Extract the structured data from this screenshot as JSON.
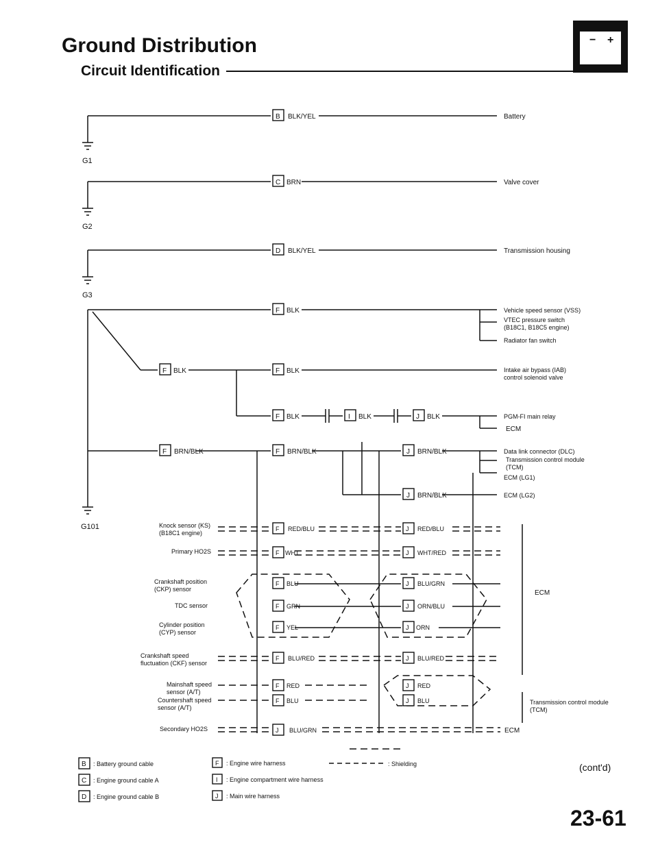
{
  "title": "Ground Distribution",
  "subtitle": "Circuit Identification",
  "cont": "(cont'd)",
  "page_number": "23-61",
  "grounds": {
    "g1": {
      "label": "G1",
      "code": "B",
      "wire": "BLK/YEL",
      "dest": "Battery"
    },
    "g2": {
      "label": "G2",
      "code": "C",
      "wire": "BRN",
      "dest": "Valve cover"
    },
    "g3": {
      "label": "G3",
      "code": "D",
      "wire": "BLK/YEL",
      "dest": "Transmission housing"
    },
    "g101": {
      "label": "G101"
    }
  },
  "g101_wires": {
    "w1": {
      "code": "F",
      "wire": "BLK"
    },
    "w2a": {
      "code": "F",
      "wire": "BLK"
    },
    "w2b": {
      "code": "F",
      "wire": "BLK"
    },
    "w3a": {
      "code": "F",
      "wire": "BLK"
    },
    "w3b": {
      "code": "I",
      "wire": "BLK"
    },
    "w3c": {
      "code": "J",
      "wire": "BLK"
    },
    "w4a": {
      "code": "F",
      "wire": "BRN/BLK"
    },
    "w4b": {
      "code": "F",
      "wire": "BRN/BLK"
    },
    "w4c": {
      "code": "J",
      "wire": "BRN/BLK"
    },
    "w5": {
      "code": "J",
      "wire": "BRN/BLK"
    }
  },
  "dest": {
    "vss": "Vehicle speed sensor (VSS)",
    "vtec1": "VTEC pressure switch",
    "vtec2": "(B18C1, B18C5 engine)",
    "radfan": "Radiator fan switch",
    "iab1": "Intake air bypass (IAB)",
    "iab2": "control solenoid valve",
    "pgm": "PGM-FI main relay",
    "ecm": "ECM",
    "dlc": "Data link connector (DLC)",
    "tcm1": "Transmission control module",
    "tcm2": "(TCM)",
    "ecmlg1": "ECM (LG1)",
    "ecmlg2": "ECM (LG2)"
  },
  "sensors": {
    "ks1": "Knock sensor (KS)",
    "ks2": "(B18C1 engine)",
    "ho2s": "Primary HO2S",
    "ckp1": "Crankshaft position",
    "ckp2": "(CKP) sensor",
    "tdc": "TDC sensor",
    "cyp1": "Cylinder position",
    "cyp2": "(CYP) sensor",
    "ckf1": "Crankshaft speed",
    "ckf2": "fluctuation (CKF) sensor",
    "ms1": "Mainshaft speed",
    "ms2": "sensor (A/T)",
    "cs1": "Countershaft speed",
    "cs2": "sensor (A/T)",
    "sho2s": "Secondary HO2S"
  },
  "shield_wires": {
    "ks_l": {
      "code": "F",
      "wire": "RED/BLU"
    },
    "ks_r": {
      "code": "J",
      "wire": "RED/BLU"
    },
    "ho_l": {
      "code": "F",
      "wire": "WHT"
    },
    "ho_r": {
      "code": "J",
      "wire": "WHT/RED"
    },
    "ckp_l": {
      "code": "F",
      "wire": "BLU"
    },
    "ckp_r": {
      "code": "J",
      "wire": "BLU/GRN"
    },
    "tdc_l": {
      "code": "F",
      "wire": "GRN"
    },
    "tdc_r": {
      "code": "J",
      "wire": "ORN/BLU"
    },
    "cyp_l": {
      "code": "F",
      "wire": "YEL"
    },
    "cyp_r": {
      "code": "J",
      "wire": "ORN"
    },
    "ckf_l": {
      "code": "F",
      "wire": "BLU/RED"
    },
    "ckf_r": {
      "code": "J",
      "wire": "BLU/RED"
    },
    "ms_l": {
      "code": "F",
      "wire": "RED"
    },
    "ms_r": {
      "code": "J",
      "wire": "RED"
    },
    "cs_l": {
      "code": "F",
      "wire": "BLU"
    },
    "cs_r": {
      "code": "J",
      "wire": "BLU"
    },
    "sho": {
      "code": "J",
      "wire": "BLU/GRN"
    }
  },
  "right_labels": {
    "ecm_group": "ECM",
    "tcm1": "Transmission control module",
    "tcm2": "(TCM)",
    "ecm_bottom": "ECM"
  },
  "legend": {
    "b": {
      "code": "B",
      "text": ": Battery ground cable"
    },
    "c": {
      "code": "C",
      "text": ": Engine ground cable A"
    },
    "d": {
      "code": "D",
      "text": ": Engine ground cable B"
    },
    "f": {
      "code": "F",
      "text": ": Engine wire harness"
    },
    "i": {
      "code": "I",
      "text": ": Engine compartment wire harness"
    },
    "j": {
      "code": "J",
      "text": ": Main wire harness"
    },
    "shield": ": Shielding"
  }
}
